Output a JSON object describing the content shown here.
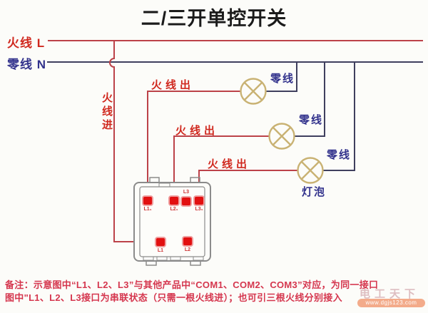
{
  "title": "二/三开单控开关",
  "legend": {
    "live": "火线 L",
    "neutral": "零线 N"
  },
  "labels": {
    "live_in": "火线进",
    "live_out": [
      "火线出",
      "火线出",
      "火线出"
    ],
    "neutral": [
      "零线",
      "零线",
      "零线"
    ],
    "bulb": "灯泡"
  },
  "switch_box": {
    "top_terminals": [
      "L1₁",
      "L2₁",
      "L3",
      "L3₁"
    ],
    "bottom_terminals": [
      "L1",
      "L2"
    ]
  },
  "note": {
    "line1": "备注：示意图中“L1、L2、L3”与其他产品中“COM1、COM2、COM3”对应，为同一接口",
    "line2": "图中\"L1、L2、L3接口为串联状态（只需一根火线进）；也可引三根火线分别接入"
  },
  "watermark": {
    "brand": "电工天下",
    "site": "www.dgjs123.com"
  },
  "colors": {
    "live": "#bc4249",
    "live_text": "#d0281e",
    "neutral": "#3f3f5e",
    "neutral_text": "#32328c",
    "lamp": "#c9b273",
    "terminal_fill": "#e21010",
    "terminal_ring": "#ef9e9e",
    "box": "#8b8b8b",
    "note": "#d5364e",
    "title_text": "#1b1b1b"
  }
}
